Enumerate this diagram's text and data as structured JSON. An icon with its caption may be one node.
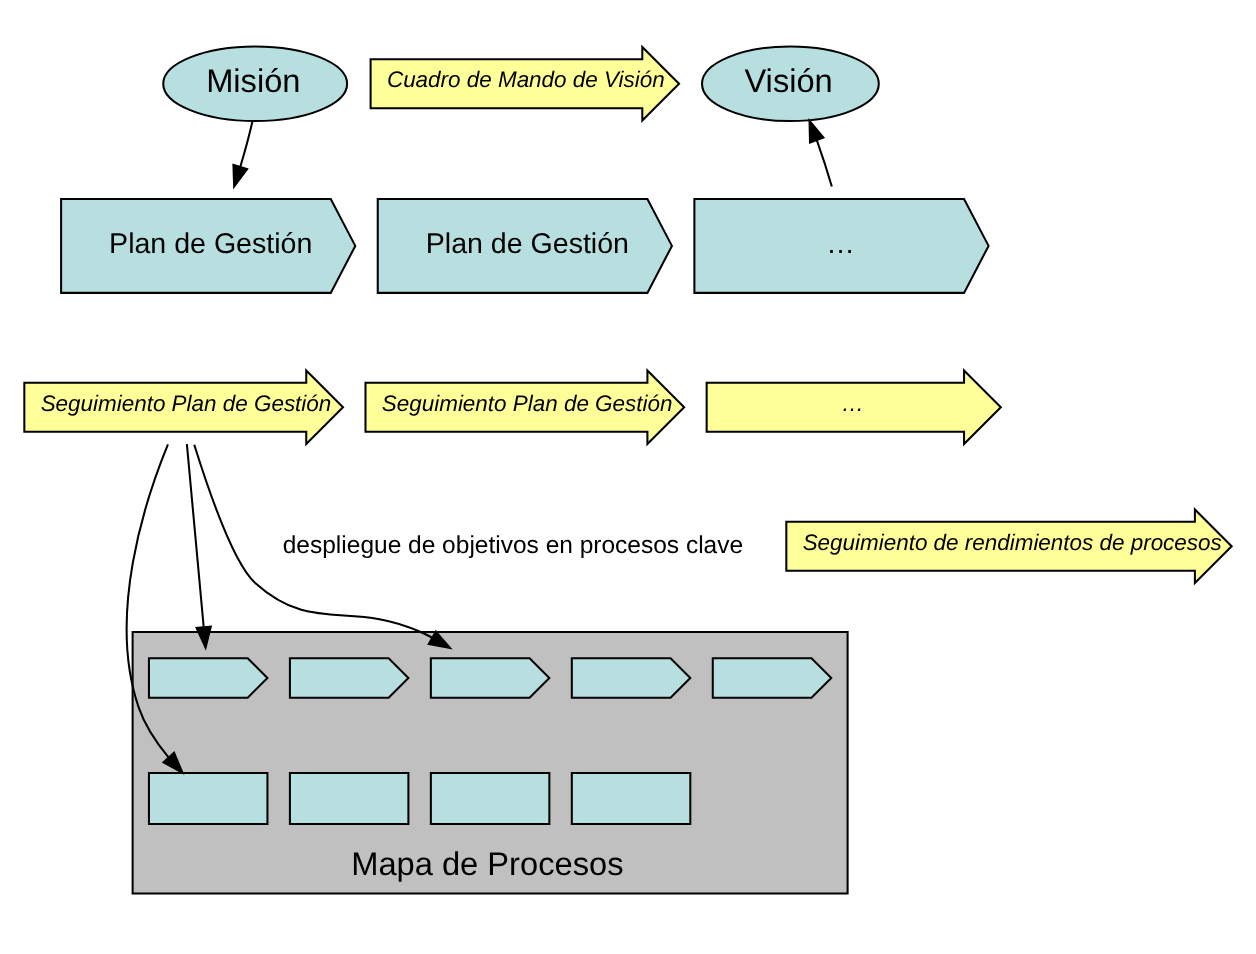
{
  "diagram": {
    "nodes": [
      {
        "text": [
          "Misión"
        ]
      },
      {
        "text": [
          "Cuadro de Mando de Visión"
        ]
      },
      {
        "text": [
          "Visión"
        ]
      },
      {
        "text": [
          "Plan de Gestión"
        ]
      },
      {
        "text": [
          "Plan de Gestión"
        ]
      },
      {
        "text": [
          "…"
        ]
      },
      {
        "text": [
          "Seguimiento Plan de Gestión"
        ]
      },
      {
        "text": [
          "Seguimiento Plan de Gestión"
        ]
      },
      {
        "text": [
          "…"
        ]
      },
      {
        "text": [
          "Mapa de Procesos"
        ]
      },
      {
        "text": [],
        "shape": "chevron",
        "in": 9
      },
      {
        "text": [],
        "shape": "chevron",
        "in": 9
      },
      {
        "text": [],
        "shape": "chevron",
        "in": 9
      },
      {
        "text": [],
        "shape": "chevron",
        "in": 9
      },
      {
        "text": [],
        "shape": "chevron",
        "in": 9
      },
      {
        "text": [],
        "shape": "box",
        "in": 9
      },
      {
        "text": [],
        "shape": "box",
        "in": 9
      },
      {
        "text": [],
        "shape": "box",
        "in": 9
      },
      {
        "text": [],
        "shape": "box",
        "in": 9
      },
      {
        "text": [
          "Seguimiento de rendimientos de procesos"
        ]
      }
    ],
    "edges": [
      {
        "from": 0,
        "to": 3,
        "arrow": "to"
      },
      {
        "from": 5,
        "to": 2,
        "arrow": "to"
      },
      {
        "from": 6,
        "to": 10,
        "arrow": "to"
      },
      {
        "from": 6,
        "to": 12,
        "arrow": "to"
      },
      {
        "from": 6,
        "to": 15,
        "arrow": "to"
      }
    ],
    "labels": [
      "despliegue de objetivos en procesos clave"
    ]
  }
}
